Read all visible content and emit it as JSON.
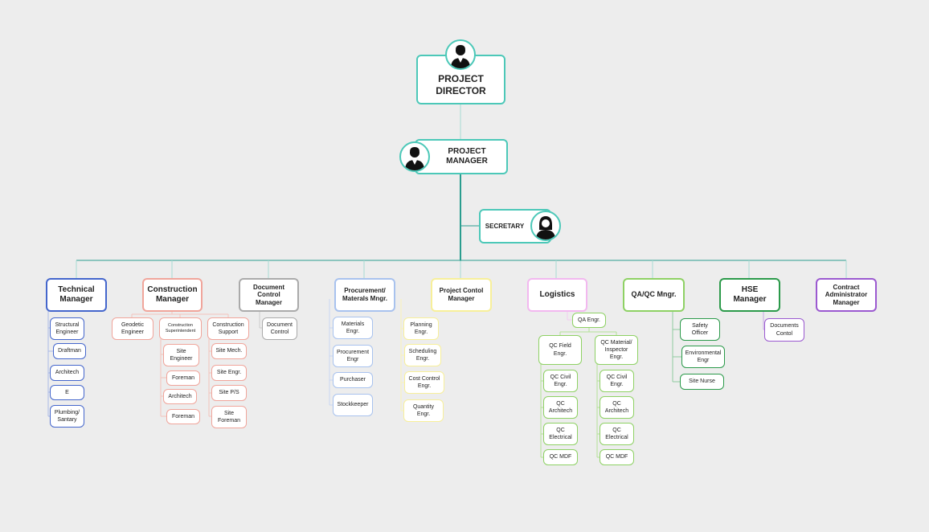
{
  "colors": {
    "teal": "#4cc8b8",
    "trunk": "#2a9d8f",
    "blue": "#4466cc",
    "salmon": "#f0a59b",
    "gray": "#aaaaaa",
    "lightblue": "#a8c2ee",
    "yellow": "#f7ef9a",
    "pink": "#f2b8ef",
    "green": "#8ed164",
    "darkgreen": "#2b9a4a",
    "purple": "#9b59d0"
  },
  "director": {
    "label": "PROJECT\nDIRECTOR",
    "icon": "person-icon"
  },
  "pm": {
    "label": "PROJECT\nMANAGER",
    "icon": "person-icon"
  },
  "secretary": {
    "label": "SECRETARY",
    "icon": "woman-icon"
  },
  "technical": {
    "head": "Technical\nManager",
    "items": [
      "Structural\nEngineer",
      "Draftman",
      "Architech",
      "E",
      "Plumbing/\nSantary"
    ]
  },
  "construction": {
    "head": "Construction\nManager",
    "geodetic": "Geodetic\nEngineer",
    "superintendent": "Construction\nSuperintendent",
    "support": "Construction\nSupport",
    "super_items": [
      "Site\nEngineer",
      "Foreman",
      "Architech",
      "Foreman"
    ],
    "support_items": [
      "Site Mech.",
      "Site Engr.",
      "Site P/S",
      "Site\nForeman"
    ]
  },
  "document": {
    "head": "Document\nControl\nManager",
    "items": [
      "Document\nControl"
    ]
  },
  "procurement": {
    "head": "Procurement/\nMaterals Mngr.",
    "items": [
      "Materials\nEngr.",
      "Procurement\nEngr",
      "Purchaser",
      "Stockkeeper"
    ]
  },
  "projectcontrol": {
    "head": "Project Contol\nManager",
    "items": [
      "Planning\nEngr.",
      "Scheduling\nEngr.",
      "Cost Control\nEngr.",
      "Quantity\nEngr."
    ]
  },
  "logistics": {
    "head": "Logistics"
  },
  "qaqc": {
    "head": "QA/QC Mngr.",
    "qa": "QA Engr.",
    "field": "QC Field\nEngr.",
    "material": "QC Material/\nInspector\nEngr.",
    "field_items": [
      "QC Civil\nEngr.",
      "QC\nArchitech",
      "QC\nElectrical",
      "QC MDF"
    ],
    "material_items": [
      "QC Civil\nEngr.",
      "QC\nArchitech",
      "QC\nElectrical",
      "QC MDF"
    ]
  },
  "hse": {
    "head": "HSE\nManager",
    "items": [
      "Safety\nOfficer",
      "Environmental\nEngr",
      "Site Nurse"
    ]
  },
  "contract": {
    "head": "Contract\nAdministrator\nManager",
    "items": [
      "Documents\nContol"
    ]
  }
}
